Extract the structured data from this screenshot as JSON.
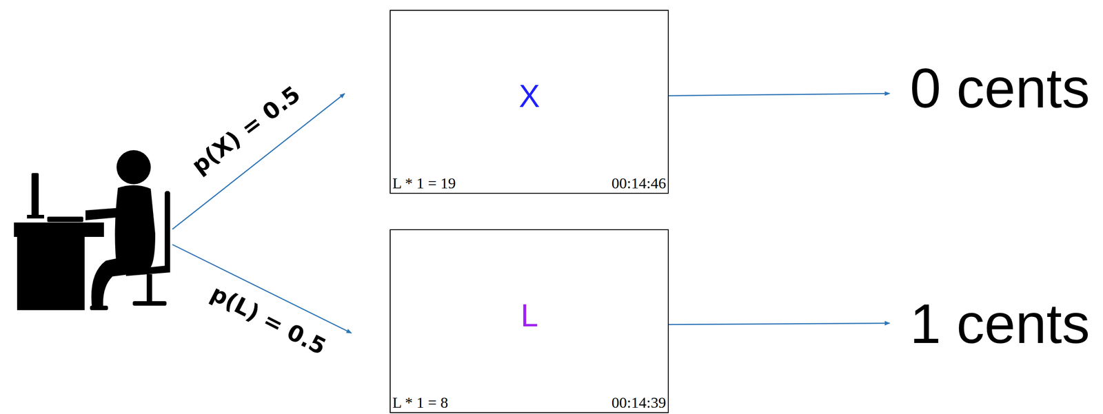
{
  "diagram": {
    "nodes": [
      {
        "text": [
          "X",
          "L * 1 = 19",
          "00:14:46"
        ]
      },
      {
        "text": [
          "L",
          "L * 1 = 8",
          "00:14:39"
        ]
      }
    ],
    "labels": [
      "p(X) = 0.5",
      "p(L) = 0.5",
      "0 cents",
      "1 cents"
    ]
  }
}
